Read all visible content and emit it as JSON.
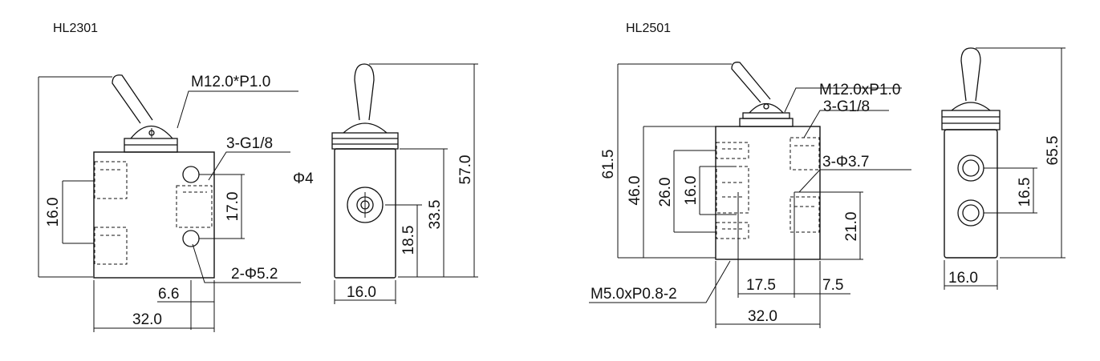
{
  "left": {
    "title": "HL2301",
    "thread": "M12.0*P1.0",
    "ports": "3-G1/8",
    "holes": "2-Φ5.2",
    "phi": "Φ4",
    "dim_16": "16.0",
    "dim_17": "17.0",
    "dim_6_6": "6.6",
    "dim_32": "32.0",
    "dim_18_5": "18.5",
    "dim_33_5": "33.5",
    "dim_57": "57.0",
    "dim_side_16": "16.0"
  },
  "right": {
    "title": "HL2501",
    "thread": "M12.0xP1.0",
    "ports": "3-G1/8",
    "holes": "3-Φ3.7",
    "mount": "M5.0xP0.8-2",
    "dim_61_5": "61.5",
    "dim_46": "46.0",
    "dim_26": "26.0",
    "dim_16": "16.0",
    "dim_21": "21.0",
    "dim_17_5": "17.5",
    "dim_7_5": "7.5",
    "dim_32": "32.0",
    "dim_16_5": "16.5",
    "dim_65_5": "65.5",
    "dim_side_16": "16.0"
  }
}
